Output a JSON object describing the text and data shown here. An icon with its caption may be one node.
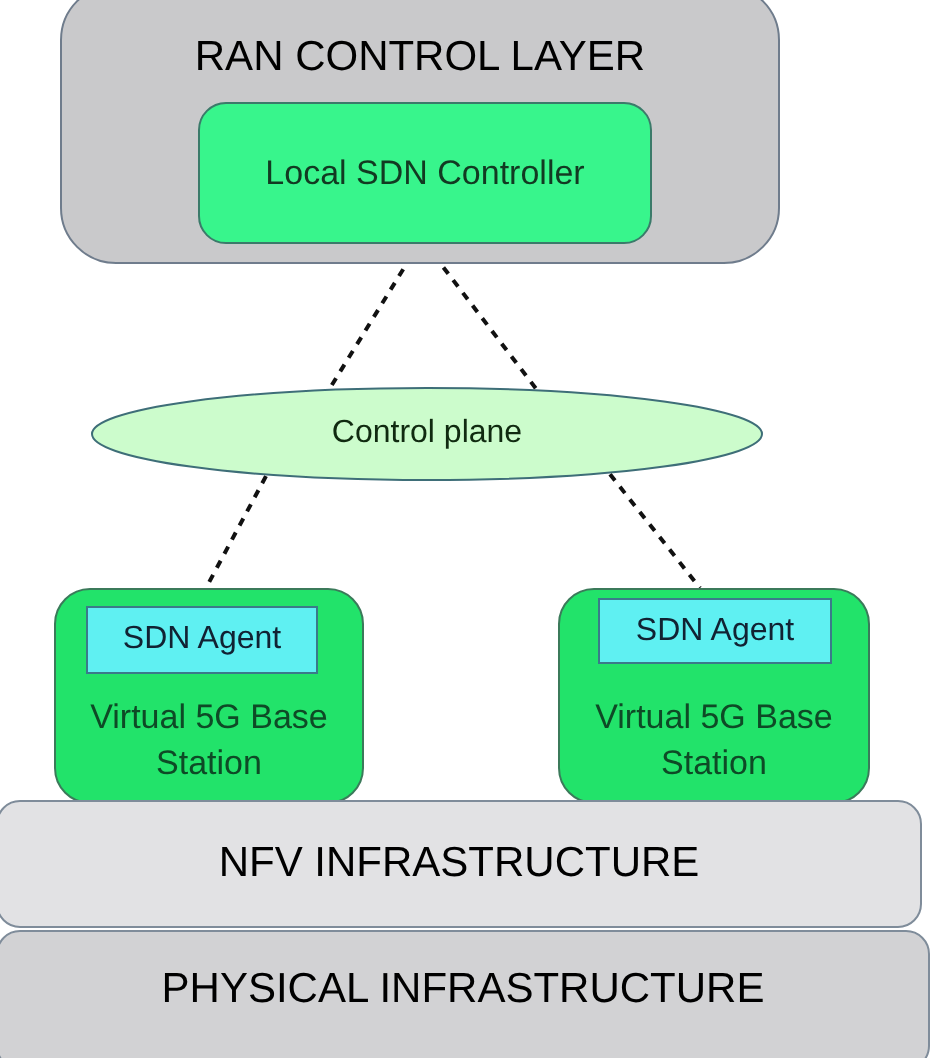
{
  "diagram": {
    "nodes": [
      {
        "text": [
          "RAN CONTROL LAYER"
        ]
      },
      {
        "text": [
          "Local SDN Controller"
        ],
        "in": 0
      },
      {
        "text": [
          "Control plane"
        ]
      },
      {
        "text": [
          "Virtual 5G Base Station"
        ]
      },
      {
        "text": [
          "SDN Agent"
        ],
        "in": 3
      },
      {
        "text": [
          "Virtual 5G Base Station"
        ]
      },
      {
        "text": [
          "SDN Agent"
        ],
        "in": 5
      },
      {
        "text": [
          "NFV INFRASTRUCTURE"
        ]
      },
      {
        "text": [
          "PHYSICAL INFRASTRUCTURE"
        ]
      }
    ],
    "edges": [
      {
        "from": 1,
        "to": 2,
        "arrow": "none",
        "style": "dashed"
      },
      {
        "from": 1,
        "to": 2,
        "arrow": "none",
        "style": "dashed"
      },
      {
        "from": 2,
        "to": 3,
        "arrow": "none",
        "style": "dashed"
      },
      {
        "from": 2,
        "to": 5,
        "arrow": "none",
        "style": "dashed"
      }
    ]
  }
}
